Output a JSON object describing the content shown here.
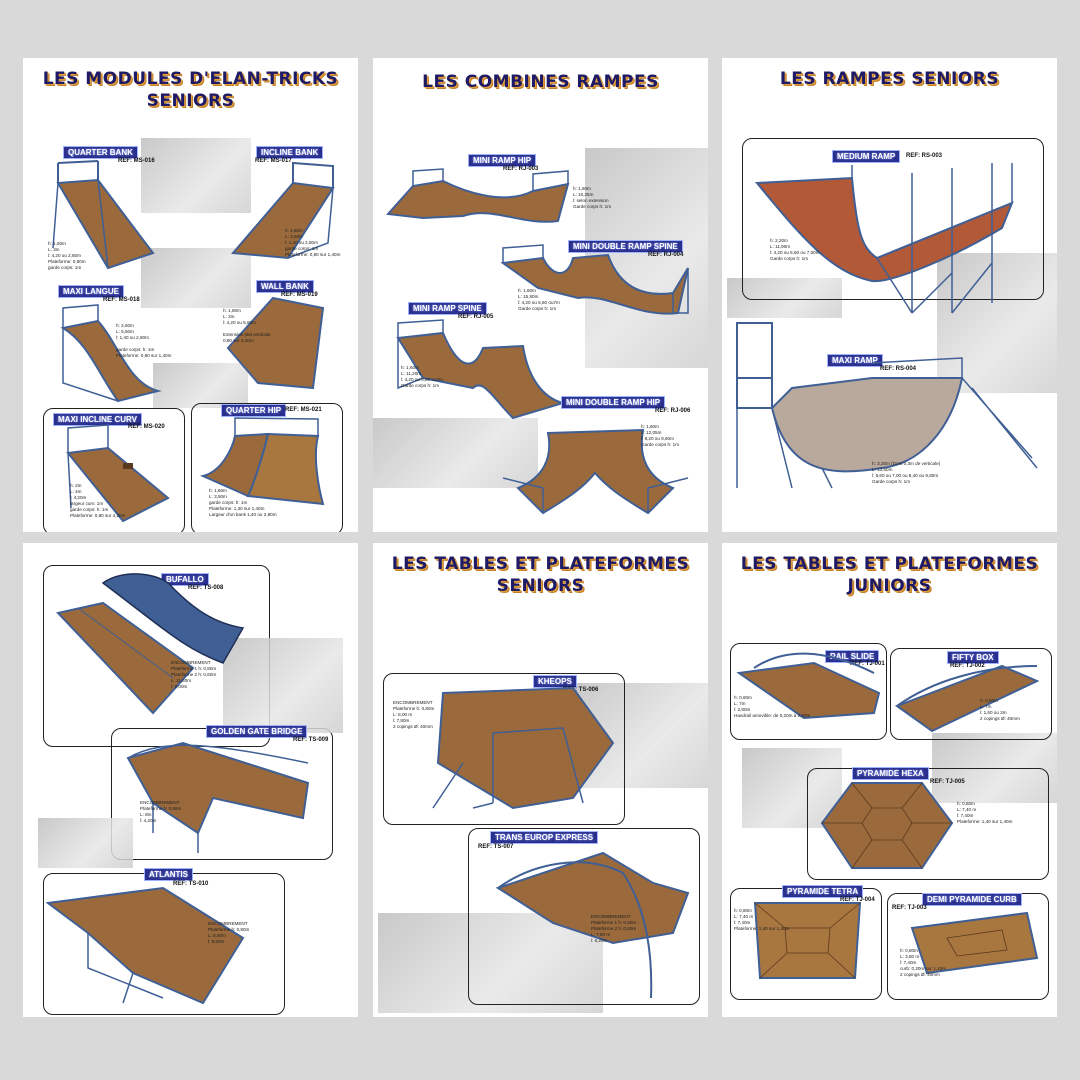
{
  "panels": [
    {
      "title": [
        "LES MODULES D'ELAN-TRICKS",
        "SENIORS"
      ],
      "modules": [
        {
          "name": "QUARTER BANK",
          "ref": "REF: MS-016",
          "spec": "h: 1,60m\nL: 3m\nl: 4,20 ou 2,80m\nPlateforme: 0,80m\ngarde corps: 1m"
        },
        {
          "name": "INCLINE BANK",
          "ref": "REF: MS-017",
          "spec": "h: 1,60m\nL: 3,50m\nl: 1,40 ou 2,80m\ngarde corps: 1m\nPlateforme: 0,80 sur 1,40m"
        },
        {
          "name": "MAXI LANGUE",
          "ref": "REF: MS-018",
          "spec": "h: 2,60m\nL: 5,50m\nl: 1,40 ou 2,80m\n\ngarde corps: h: 1m\nPlateforme: 0,80 sur 1,40m"
        },
        {
          "name": "WALL BANK",
          "ref": "REF: MS-019",
          "spec": "h: 1,80m\nL: 2m\nl: 4,20 ou 5,60m\n\nExtension plat verticale:\n0,80 sur 4,20m"
        },
        {
          "name": "MAXI INCLINE CURV",
          "ref": "REF: MS-020",
          "spec": "h: 2m\nL: 4m\nl: 4,20m\nlargeur curv: 1m\ngarde corps: h: 1m\nPlateforme: 0,80 sur 4,20m"
        },
        {
          "name": "QUARTER HIP",
          "ref": "REF: MS-021",
          "spec": "h: 1,60m\nL: 3,50m\ngarde corps: h: 1m\nPlateforme: 1,30 sur 1,40m\nLargeur d'un bank 1,40 ou 2,80m"
        }
      ]
    },
    {
      "title": [
        "LES COMBINES RAMPES"
      ],
      "modules": [
        {
          "name": "MINI RAMP HIP",
          "ref": "REF: RJ-003",
          "spec": "h: 1,60m\nL: 10,25m\nl: selon extension\nGarde corps h: 1m"
        },
        {
          "name": "MINI DOUBLE RAMP SPINE",
          "ref": "REF: RJ-004",
          "spec": "h: 1,60m\nL: 15,50m\nl: 4,20 ou 5,60 ou7m\nGarde corps h: 1m"
        },
        {
          "name": "MINI RAMP SPINE",
          "ref": "REF: RJ-005",
          "spec": "h: 1,60m\nL: 11,20m\nl: 4,20 ou 5,60 ou7m\nGarde corps h: 1m"
        },
        {
          "name": "MINI DOUBLE RAMP HIP",
          "ref": "REF: RJ-006",
          "spec": "h: 1,60m\nL: 12,05m\nl: 8,20 ou 9,60m\nGarde corps h: 1m"
        }
      ]
    },
    {
      "title": [
        "LES RAMPES SENIORS"
      ],
      "modules": [
        {
          "name": "MEDIUM RAMP",
          "ref": "REF: RS-003",
          "spec": "h: 2,20m\nL: 11,90m\nl: 4,20 ou 5,60 ou 7,00m\nGarde corps h: 1m"
        },
        {
          "name": "MAXI RAMP",
          "ref": "REF: RS-004",
          "spec": "h: 3,30m (Dont 0,3m de verticale)\nL: 13,60m\nl: 5,60 ou 7,00 ou 8,40 ou 9,80m\nGarde corps h: 1m"
        }
      ]
    },
    {
      "title": [
        "BUFALLO"
      ],
      "hide_title": true,
      "modules": [
        {
          "name": "BUFALLO",
          "ref": "REF: TS-008",
          "spec": "ENCOMBREMENT\nPlateforme 1 h: 0,80m\nPlateforme 2 h: 0,60m\nL: 11,80m\nl: 9,00m"
        },
        {
          "name": "GOLDEN GATE BRIDGE",
          "ref": "REF: TS-009",
          "spec": "ENCOMBREMENT\nPlateforme h: 0,88m\nL: 8m\nl: 4,20m"
        },
        {
          "name": "ATLANTIS",
          "ref": "REF: TS-010",
          "spec": "ENCOMBREMENT\nPlateforme h: 0,80m\nL: 8,80m\nl: 8,80m"
        }
      ]
    },
    {
      "title": [
        "LES TABLES ET PLATEFORMES",
        "SENIORS"
      ],
      "modules": [
        {
          "name": "KHEOPS",
          "ref": "REF: TS-006",
          "spec": "ENCOMBREMENT\nPlateforme h: 0,80m\nL: 8,00 m\nl: 7,80m\n2 copings Ø: 40mm"
        },
        {
          "name": "TRANS EUROP EXPRESS",
          "ref": "REF: TS-007",
          "spec": "ENCOMBREMENT\nPlateforme 1 h: 0,80m\nPlateforme 2 h: 0,60m\nL: 7,80 m\nl: 6,20m"
        }
      ]
    },
    {
      "title": [
        "LES TABLES ET PLATEFORMES",
        "JUNIORS"
      ],
      "modules": [
        {
          "name": "RAIL SLIDE",
          "ref": "REF: TJ-001",
          "spec": "h: 0,60m\nL: 7m\nl: 2,80m\nHandrail amovible: de 0,20m à 0,80m"
        },
        {
          "name": "FIFTY BOX",
          "ref": "REF: TJ-002",
          "spec": "h: 0,60m\nL: 7m\nl: 1,60 ou 3m\n2 copings Ø: 40mm"
        },
        {
          "name": "PYRAMIDE HEXA",
          "ref": "REF: TJ-005",
          "spec": "h: 0,80m\nL: 7,40 m\nl: 7,40m\nPlateforme: 1,40 sur 1,40m"
        },
        {
          "name": "PYRAMIDE TETRA",
          "ref": "REF: TJ-004",
          "spec": "h: 0,80m\nL: 7,40 m\nl: 7,40m\nPlateforme: 1,40 sur 1,40m"
        },
        {
          "name": "DEMI PYRAMIDE CURB",
          "ref": "REF: TJ-003",
          "spec": "h: 0,80m\nL: 3,80 m\nl: 7,40m\ncurb: 0,20m sur 1,10m\n2 copings Ø: 40mm"
        }
      ]
    }
  ],
  "colors": {
    "bg": "#d9d9d9",
    "panel": "#ffffff",
    "title": "#1f1a66",
    "title_shadow": "#e3a23c",
    "label_bg": "#2a2f8e",
    "wood": "#9b6a3c",
    "steel": "#3f5f95"
  }
}
